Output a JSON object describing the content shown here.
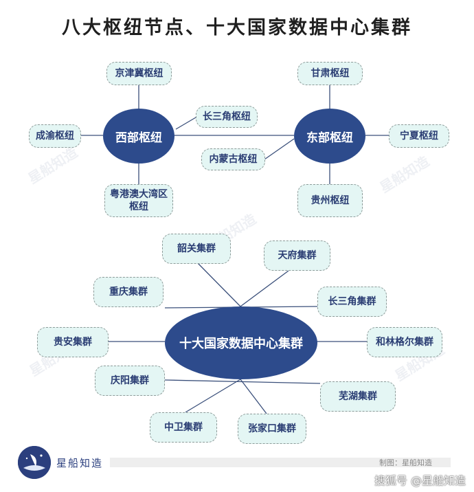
{
  "title": "八大枢纽节点、十大国家数据中心集群",
  "hubs": {
    "west": "西部枢纽",
    "east": "东部枢纽",
    "center": "十大国家数据中心集群"
  },
  "nodes": {
    "jingjinji": "京津冀枢纽",
    "chengyu": "成渝枢纽",
    "yuegangao": "粤港澳大湾区\n枢纽",
    "changsanjiao_hub": "长三角枢纽",
    "neimenggu": "内蒙古枢纽",
    "gansu": "甘肃枢纽",
    "ningxia": "宁夏枢纽",
    "guizhou": "贵州枢纽",
    "shaoguan": "韶关集群",
    "tianfu": "天府集群",
    "chongqing": "重庆集群",
    "changsanjiao_cluster": "长三角集群",
    "guian": "贵安集群",
    "helinger": "和林格尔集群",
    "qingyang": "庆阳集群",
    "wuhu": "芜湖集群",
    "zhongwei": "中卫集群",
    "zhangjiakou": "张家口集群"
  },
  "watermark": "星船知造",
  "footer": {
    "brand": "星船知造",
    "credit": "制图：星船知造",
    "handle": "搜狐号 @星船知造"
  },
  "colors": {
    "hub": "#2d4b8c",
    "node_fill": "#e4f6f4",
    "node_text": "#2a3d73"
  }
}
